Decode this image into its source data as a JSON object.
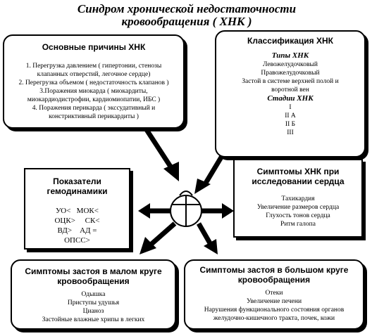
{
  "title": {
    "line1": "Синдром хронической недостаточности",
    "line2": "кровообращения ( ХНК )"
  },
  "causes": {
    "heading": "Основные причины ХНК",
    "lines": [
      "1. Перегрузка давлением ( гипертонии, стенозы",
      "клапанных отверстий, легочное сердце)",
      "2. Перегрузка объемом ( недостаточность клапанов )",
      "3.Поражения миокарда ( миокардиты,",
      "миокардиодистрофии, кардиомиопатии, ИБС )",
      "4. Поражения перикарда ( экссудативный и",
      "констриктивный перикардиты )"
    ]
  },
  "classification": {
    "heading": "Классификация ХНК",
    "types_heading": "Типы ХНК",
    "types": [
      "Левожелудочковый",
      "Правожелудочковый",
      "Застой в системе верхней полой и",
      "воротной вен"
    ],
    "stages_heading": "Стадии ХНК",
    "stages": [
      "I",
      "II А",
      "II Б",
      "III"
    ]
  },
  "hemodynamics": {
    "heading_line1": "Показатели",
    "heading_line2": "гемодинамики",
    "lines": [
      "УО<   МОК<",
      "ОЦК>     СК<",
      "ВД>    АД =",
      "ОПСС>"
    ]
  },
  "cardiac_symptoms": {
    "heading_line1": "Симптомы ХНК при",
    "heading_line2": "исследовании сердца",
    "lines": [
      "Тахикардия",
      "Увеличение размеров сердца",
      "Глухость тонов сердца",
      "Ритм галопа"
    ]
  },
  "small_circle": {
    "heading_line1": "Симптомы застоя в малом круге",
    "heading_line2": "кровообращения",
    "lines": [
      "Одышка",
      "Приступы удушья",
      "Цианоз",
      "Застойные влажные хрипы в легких"
    ]
  },
  "large_circle": {
    "heading_line1": "Симптомы  застоя в большом круге",
    "heading_line2": "кровообращения",
    "lines": [
      "Отеки",
      "Увеличение печени",
      "Нарушения функционального состояния органов",
      "желудочно-кишечного тракта, почек, кожи"
    ]
  }
}
